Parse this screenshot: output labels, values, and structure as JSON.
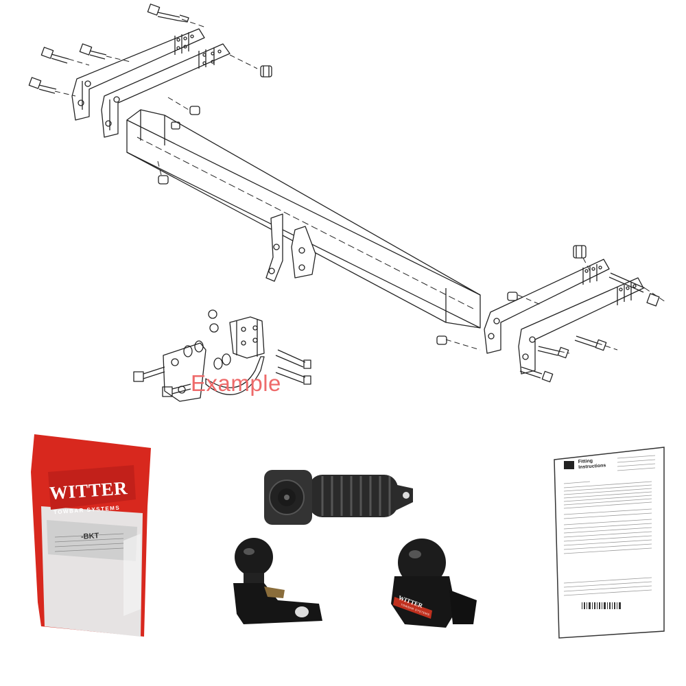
{
  "diagram": {
    "example_label": "Example"
  },
  "kit_bag": {
    "brand": "WITTER",
    "tagline": "TOWBAR SYSTEMS",
    "code": "-BKT",
    "colors": {
      "red": "#d8281e",
      "white": "#ffffff"
    }
  },
  "instructions": {
    "title_line1": "Fitting",
    "title_line2": "Instructions"
  },
  "ball_cover": {
    "brand": "WITTER",
    "tagline": "TOWBAR SYSTEMS"
  },
  "icons": [
    "towbar-crossbar-diagram",
    "bolt-icon",
    "nut-icon",
    "electric-socket-icon",
    "tow-ball-icon",
    "ball-cover-icon",
    "instruction-sheet-icon"
  ]
}
